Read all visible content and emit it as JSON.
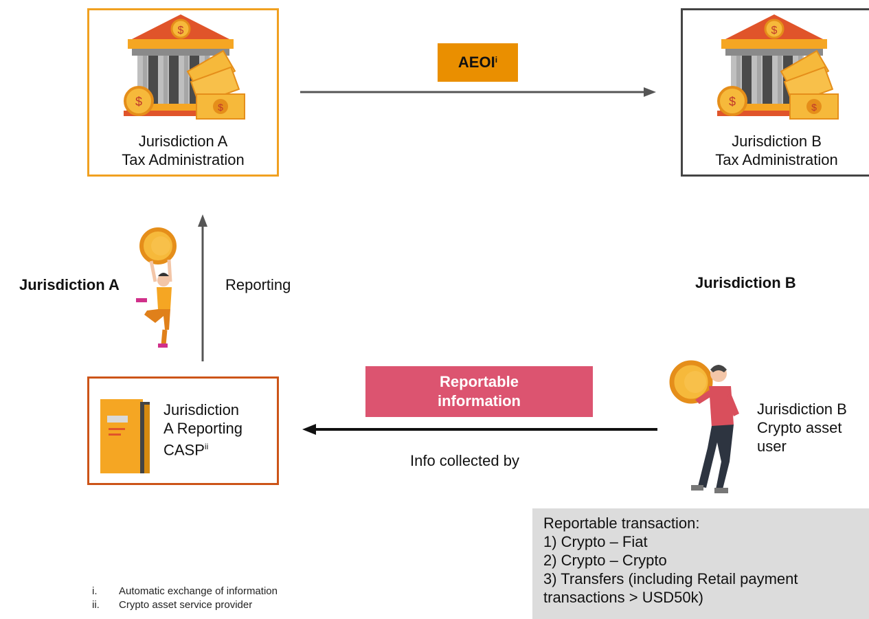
{
  "jurisdiction_a_admin": {
    "line1": "Jurisdiction A",
    "line2": "Tax Administration"
  },
  "jurisdiction_b_admin": {
    "line1": "Jurisdiction B",
    "line2": "Tax Administration"
  },
  "aeoi": {
    "label": "AEOI",
    "superscript": "i"
  },
  "jurisdiction_a_label": "Jurisdiction A",
  "jurisdiction_b_label": "Jurisdiction B",
  "reporting_label": "Reporting",
  "casp": {
    "line1": "Jurisdiction",
    "line2": "A Reporting",
    "line3": "CASP",
    "superscript": "ii"
  },
  "reportable_information": {
    "line1": "Reportable",
    "line2": "information"
  },
  "info_collected_by": "Info collected by",
  "crypto_user": {
    "line1": "Jurisdiction B",
    "line2": "Crypto asset",
    "line3": "user"
  },
  "reportable_transaction": {
    "heading": "Reportable transaction:",
    "items": [
      "1) Crypto – Fiat",
      "2) Crypto – Crypto",
      "3) Transfers (including Retail payment",
      "transactions > USD50k)"
    ]
  },
  "footnotes": [
    {
      "num": "i.",
      "text": "Automatic exchange of information"
    },
    {
      "num": "ii.",
      "text": "Crypto asset service provider"
    }
  ],
  "colors": {
    "orange_border": "#f0a020",
    "dark_border": "#444444",
    "casp_border": "#cc5418",
    "aeoi_fill": "#ea8f00",
    "reportable_fill": "#dc5470",
    "tx_box_fill": "#dcdcdc"
  }
}
